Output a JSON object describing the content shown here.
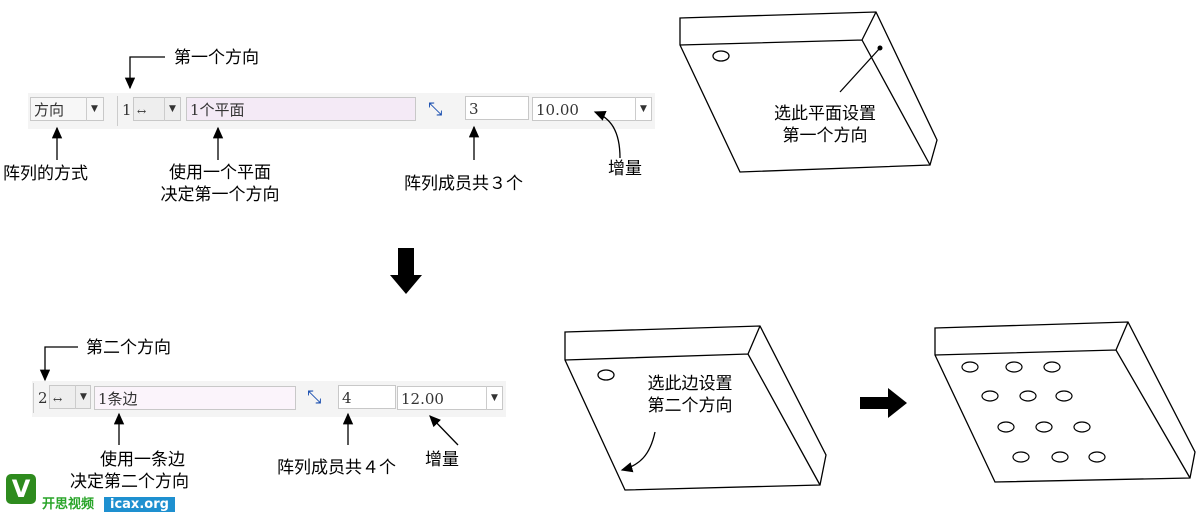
{
  "top": {
    "mode_select": "方向",
    "direction_index": "1",
    "direction_icon": "double-arrow-icon",
    "reference": "1个平面",
    "count": "3",
    "increment": "10.00",
    "labels": {
      "first_direction": "第一个方向",
      "mode": "阵列的方式",
      "use_plane_1": "使用一个平面",
      "use_plane_2": "决定第一个方向",
      "count": "阵列成员共３个",
      "increment": "增量",
      "select_plane_1": "选此平面设置",
      "select_plane_2": "第一个方向"
    }
  },
  "bottom": {
    "direction_index": "2",
    "direction_icon": "double-arrow-icon",
    "reference": "1条边",
    "count": "4",
    "increment": "12.00",
    "labels": {
      "second_direction": "第二个方向",
      "use_edge_1": "使用一条边",
      "use_edge_2": "决定第二个方向",
      "count": "阵列成员共４个",
      "increment": "增量",
      "select_edge_1": "选此边设置",
      "select_edge_2": "第二个方向"
    }
  },
  "watermark": {
    "brand": "开思视频",
    "site": "icax.org"
  }
}
